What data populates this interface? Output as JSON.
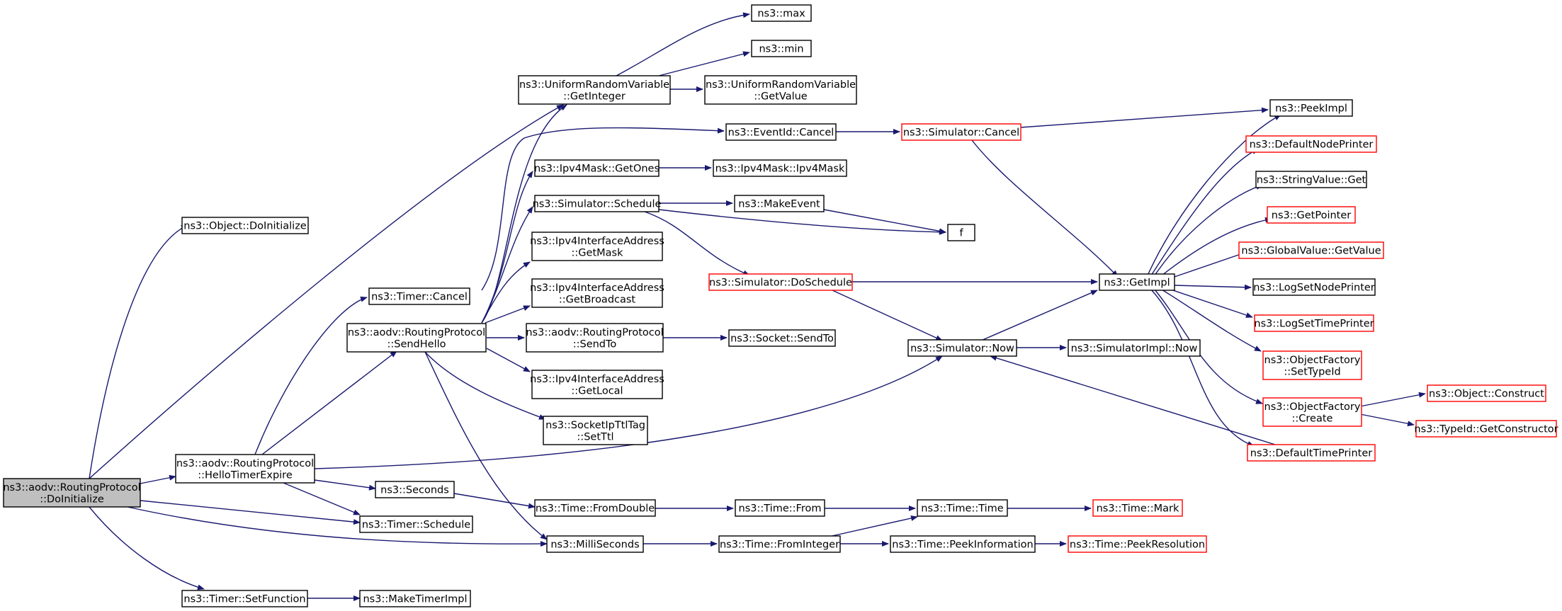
{
  "colors": {
    "edge": "#191970",
    "border_default": "#000000",
    "border_truncated": "#ff0000",
    "root_fill": "#bfbfbf",
    "node_fill": "#ffffff"
  },
  "nodes": {
    "root": {
      "lines": [
        "ns3::aodv::RoutingProtocol",
        "::DoInitialize"
      ],
      "style": "root"
    },
    "obj_doinit": {
      "lines": [
        "ns3::Object::DoInitialize"
      ],
      "style": "normal"
    },
    "urv_getint": {
      "lines": [
        "ns3::UniformRandomVariable",
        "::GetInteger"
      ],
      "style": "normal"
    },
    "max": {
      "lines": [
        "ns3::max"
      ],
      "style": "normal"
    },
    "min": {
      "lines": [
        "ns3::min"
      ],
      "style": "normal"
    },
    "urv_getval": {
      "lines": [
        "ns3::UniformRandomVariable",
        "::GetValue"
      ],
      "style": "normal"
    },
    "eventid_cancel": {
      "lines": [
        "ns3::EventId::Cancel"
      ],
      "style": "normal"
    },
    "sim_cancel": {
      "lines": [
        "ns3::Simulator::Cancel"
      ],
      "style": "truncated"
    },
    "peekimpl": {
      "lines": [
        "ns3::PeekImpl"
      ],
      "style": "normal"
    },
    "defnodeprinter": {
      "lines": [
        "ns3::DefaultNodePrinter"
      ],
      "style": "truncated"
    },
    "ipv4mask_getones": {
      "lines": [
        "ns3::Ipv4Mask::GetOnes"
      ],
      "style": "normal"
    },
    "ipv4mask_ctor": {
      "lines": [
        "ns3::Ipv4Mask::Ipv4Mask"
      ],
      "style": "normal"
    },
    "stringvalue_get": {
      "lines": [
        "ns3::StringValue::Get"
      ],
      "style": "normal"
    },
    "sim_schedule": {
      "lines": [
        "ns3::Simulator::Schedule"
      ],
      "style": "normal"
    },
    "makeevent": {
      "lines": [
        "ns3::MakeEvent"
      ],
      "style": "normal"
    },
    "getpointer": {
      "lines": [
        "ns3::GetPointer"
      ],
      "style": "truncated"
    },
    "f": {
      "lines": [
        "f"
      ],
      "style": "normal"
    },
    "ipv4ia_getmask": {
      "lines": [
        "ns3::Ipv4InterfaceAddress",
        "::GetMask"
      ],
      "style": "normal"
    },
    "gv_getvalue": {
      "lines": [
        "ns3::GlobalValue::GetValue"
      ],
      "style": "truncated"
    },
    "sim_doschedule": {
      "lines": [
        "ns3::Simulator::DoSchedule"
      ],
      "style": "truncated"
    },
    "getimpl": {
      "lines": [
        "ns3::GetImpl"
      ],
      "style": "normal"
    },
    "logsetnodeprinter": {
      "lines": [
        "ns3::LogSetNodePrinter"
      ],
      "style": "normal"
    },
    "timer_cancel": {
      "lines": [
        "ns3::Timer::Cancel"
      ],
      "style": "normal"
    },
    "ipv4ia_getbcast": {
      "lines": [
        "ns3::Ipv4InterfaceAddress",
        "::GetBroadcast"
      ],
      "style": "normal"
    },
    "logsettimeprinter": {
      "lines": [
        "ns3::LogSetTimePrinter"
      ],
      "style": "truncated"
    },
    "sendhello": {
      "lines": [
        "ns3::aodv::RoutingProtocol",
        "::SendHello"
      ],
      "style": "normal"
    },
    "rp_sendto": {
      "lines": [
        "ns3::aodv::RoutingProtocol",
        "::SendTo"
      ],
      "style": "normal"
    },
    "socket_sendto": {
      "lines": [
        "ns3::Socket::SendTo"
      ],
      "style": "normal"
    },
    "sim_now": {
      "lines": [
        "ns3::Simulator::Now"
      ],
      "style": "normal"
    },
    "simimpl_now": {
      "lines": [
        "ns3::SimulatorImpl::Now"
      ],
      "style": "normal"
    },
    "of_settypeid": {
      "lines": [
        "ns3::ObjectFactory",
        "::SetTypeId"
      ],
      "style": "truncated"
    },
    "ipv4ia_getlocal": {
      "lines": [
        "ns3::Ipv4InterfaceAddress",
        "::GetLocal"
      ],
      "style": "normal"
    },
    "of_create": {
      "lines": [
        "ns3::ObjectFactory",
        "::Create"
      ],
      "style": "truncated"
    },
    "obj_construct": {
      "lines": [
        "ns3::Object::Construct"
      ],
      "style": "truncated"
    },
    "typeid_getctor": {
      "lines": [
        "ns3::TypeId::GetConstructor"
      ],
      "style": "truncated"
    },
    "socketipttl_setttl": {
      "lines": [
        "ns3::SocketIpTtlTag",
        "::SetTtl"
      ],
      "style": "normal"
    },
    "hellotimerexpire": {
      "lines": [
        "ns3::aodv::RoutingProtocol",
        "::HelloTimerExpire"
      ],
      "style": "normal"
    },
    "deftimeprinter": {
      "lines": [
        "ns3::DefaultTimePrinter"
      ],
      "style": "truncated"
    },
    "seconds": {
      "lines": [
        "ns3::Seconds"
      ],
      "style": "normal"
    },
    "time_fromdouble": {
      "lines": [
        "ns3::Time::FromDouble"
      ],
      "style": "normal"
    },
    "time_from": {
      "lines": [
        "ns3::Time::From"
      ],
      "style": "normal"
    },
    "time_time": {
      "lines": [
        "ns3::Time::Time"
      ],
      "style": "normal"
    },
    "time_mark": {
      "lines": [
        "ns3::Time::Mark"
      ],
      "style": "truncated"
    },
    "timer_schedule": {
      "lines": [
        "ns3::Timer::Schedule"
      ],
      "style": "normal"
    },
    "milliseconds": {
      "lines": [
        "ns3::MilliSeconds"
      ],
      "style": "normal"
    },
    "time_frominteger": {
      "lines": [
        "ns3::Time::FromInteger"
      ],
      "style": "normal"
    },
    "time_peekinfo": {
      "lines": [
        "ns3::Time::PeekInformation"
      ],
      "style": "normal"
    },
    "time_peekres": {
      "lines": [
        "ns3::Time::PeekResolution"
      ],
      "style": "truncated"
    },
    "timer_setfunction": {
      "lines": [
        "ns3::Timer::SetFunction"
      ],
      "style": "normal"
    },
    "maketimerimpl": {
      "lines": [
        "ns3::MakeTimerImpl"
      ],
      "style": "normal"
    }
  }
}
